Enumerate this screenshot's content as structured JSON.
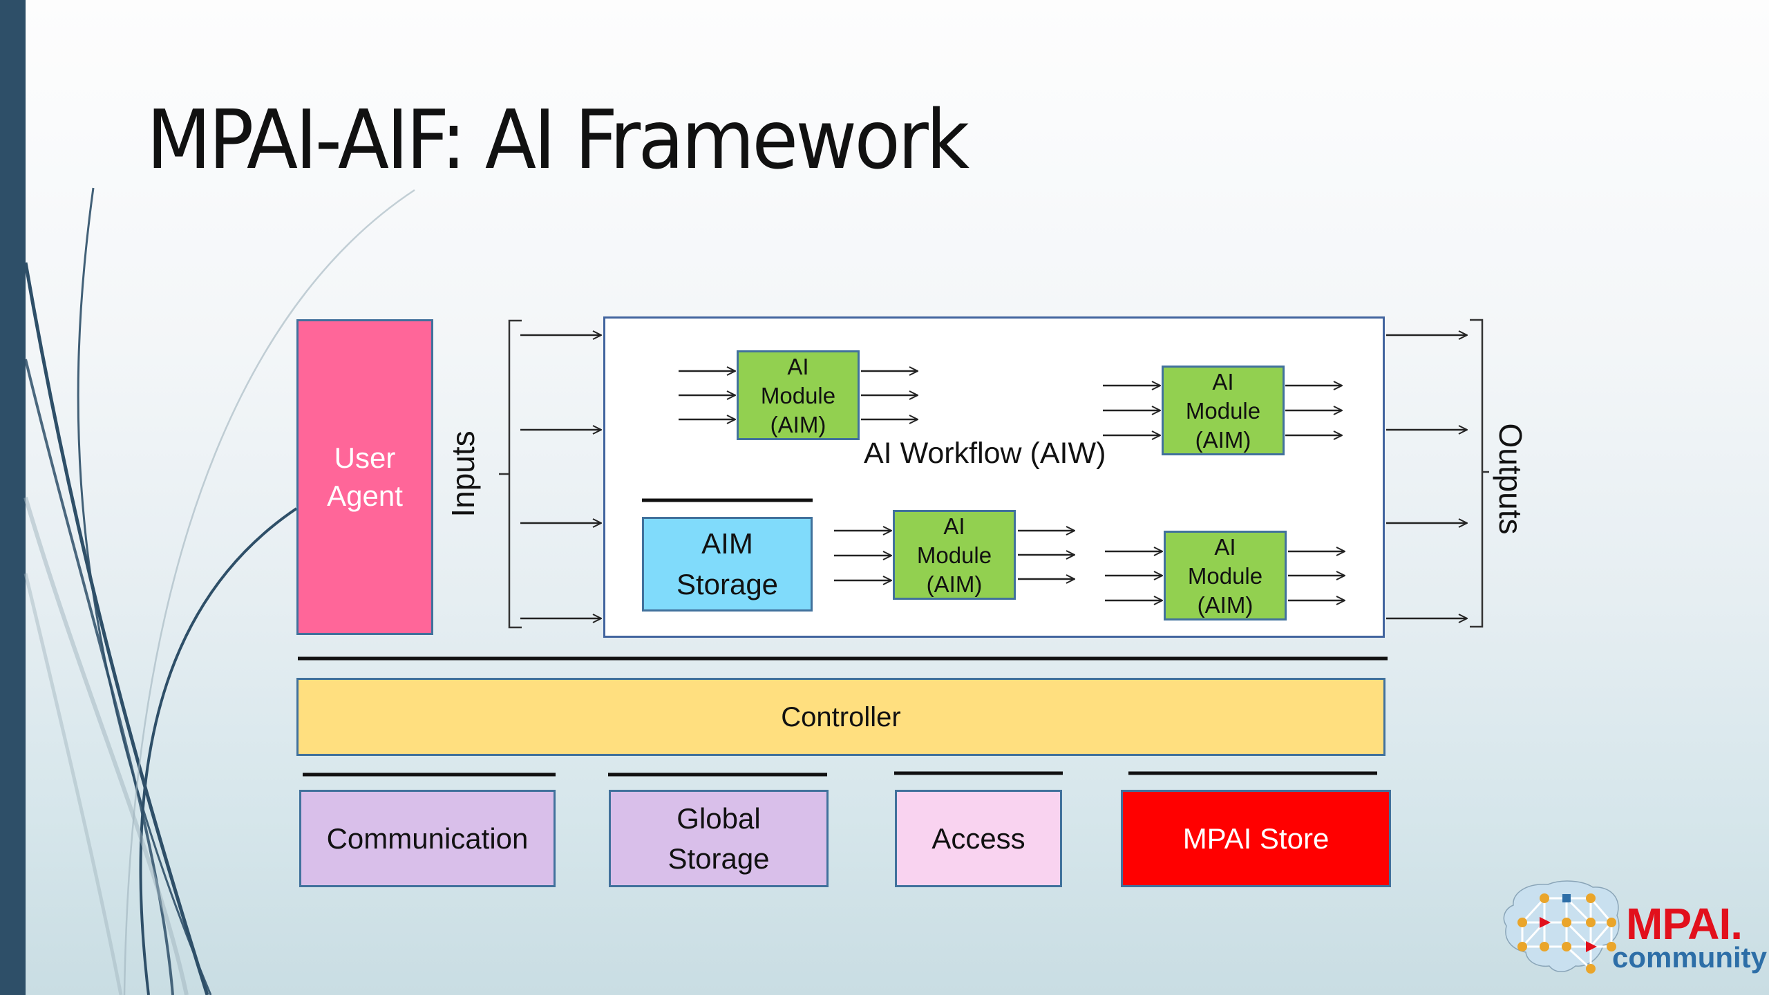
{
  "slide": {
    "title": "MPAI-AIF: AI Framework"
  },
  "diagram": {
    "user_agent": [
      "User",
      "Agent"
    ],
    "inputs_label": "Inputs",
    "outputs_label": "Outputs",
    "workflow_label": "AI Workflow (AIW)",
    "ai_modules": [
      [
        "AI",
        "Module",
        "(AIM)"
      ],
      [
        "AI",
        "Module",
        "(AIM)"
      ],
      [
        "AI",
        "Module",
        "(AIM)"
      ],
      [
        "AI",
        "Module",
        "(AIM)"
      ]
    ],
    "aim_storage": [
      "AIM",
      "Storage"
    ],
    "controller": "Controller",
    "bottom_components": {
      "communication": "Communication",
      "global_storage": [
        "Global",
        "Storage"
      ],
      "access": "Access",
      "mpai_store": "MPAI Store"
    }
  },
  "logo": {
    "name": "MPAI.",
    "tagline": "community",
    "icon": "brain-network-icon"
  },
  "colors": {
    "sidebar": "#2e4f68",
    "user_agent": "#ff6699",
    "ai_module": "#92d050",
    "aim_storage": "#80dbfb",
    "controller": "#ffdf7f",
    "communication": "#d9bfea",
    "global_storage": "#d9bfea",
    "access": "#f9d3f0",
    "mpai_store": "#ff0000",
    "box_border": "#41719c",
    "logo_red": "#e2101c",
    "logo_blue": "#2d6ea7",
    "logo_node": "#eaa52a"
  }
}
